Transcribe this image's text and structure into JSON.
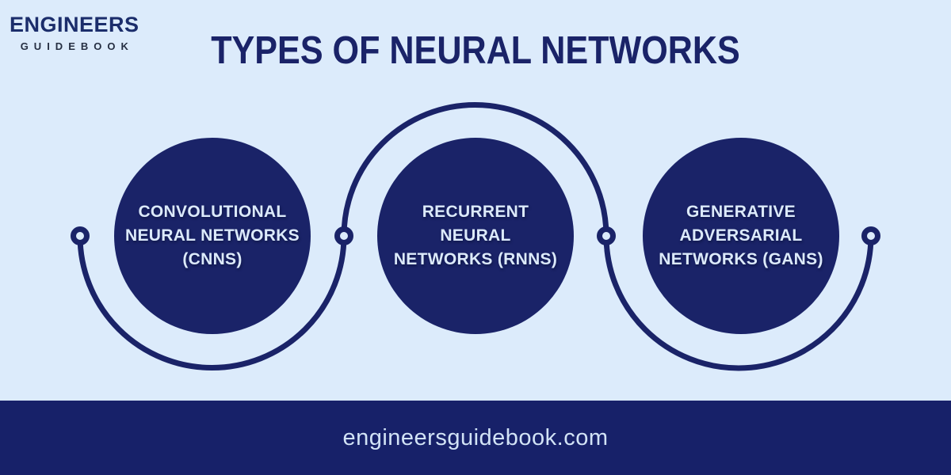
{
  "logo": {
    "line1": "ENGINEERS",
    "line2": "GUIDEBOOK"
  },
  "title": "TYPES OF NEURAL NETWORKS",
  "nodes": [
    {
      "id": "cnn",
      "label_lines": [
        "CONVOLUTIONAL",
        "NEURAL NETWORKS",
        "(CNNS)"
      ]
    },
    {
      "id": "rnn",
      "label_lines": [
        "RECURRENT NEURAL",
        "NETWORKS (RNNS)"
      ]
    },
    {
      "id": "gan",
      "label_lines": [
        "GENERATIVE",
        "ADVERSARIAL",
        "NETWORKS (GANS)"
      ]
    }
  ],
  "footer": {
    "website": "engineersguidebook.com"
  },
  "colors": {
    "background": "#dcebfb",
    "navy": "#1a2368",
    "footer_bar": "#172169",
    "circle_text": "#dceafb",
    "footer_text": "#d2e3f6",
    "logo_primary": "#1b2d6b",
    "logo_secondary": "#262f42"
  }
}
